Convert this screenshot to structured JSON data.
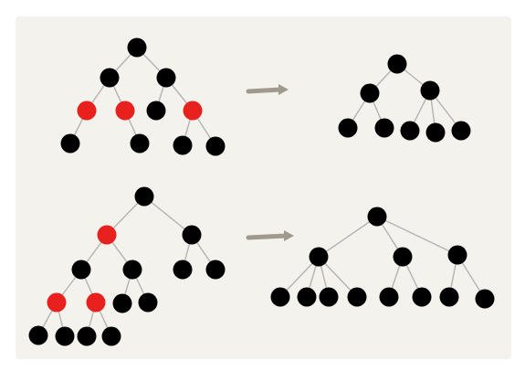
{
  "colors": {
    "background": "#ffffff",
    "panel": "#f4f2ed",
    "black_node": "#000000",
    "red_node": "#e8201e",
    "edge": "#b3b3b3",
    "arrow": "#a09a8e"
  },
  "diagrams": [
    {
      "name": "example-1",
      "left_tree": {
        "nodes": [
          {
            "id": "a",
            "color": "black"
          },
          {
            "id": "b",
            "color": "black",
            "parent": "a"
          },
          {
            "id": "c",
            "color": "black",
            "parent": "a"
          },
          {
            "id": "d",
            "color": "red",
            "parent": "b"
          },
          {
            "id": "e",
            "color": "red",
            "parent": "b"
          },
          {
            "id": "f",
            "color": "black",
            "parent": "c"
          },
          {
            "id": "g",
            "color": "red",
            "parent": "c"
          },
          {
            "id": "h",
            "color": "black",
            "parent": "d"
          },
          {
            "id": "i",
            "color": "black",
            "parent": "e"
          },
          {
            "id": "j",
            "color": "black",
            "parent": "g"
          },
          {
            "id": "k",
            "color": "black",
            "parent": "g"
          }
        ]
      },
      "right_tree": {
        "nodes": [
          {
            "id": "a",
            "color": "black"
          },
          {
            "id": "b",
            "color": "black",
            "parent": "a"
          },
          {
            "id": "c",
            "color": "black",
            "parent": "a"
          },
          {
            "id": "d",
            "color": "black",
            "parent": "b"
          },
          {
            "id": "e",
            "color": "black",
            "parent": "b"
          },
          {
            "id": "f",
            "color": "black",
            "parent": "c"
          },
          {
            "id": "g",
            "color": "black",
            "parent": "c"
          },
          {
            "id": "h",
            "color": "black",
            "parent": "c"
          }
        ]
      }
    },
    {
      "name": "example-2",
      "left_tree": {
        "nodes": [
          {
            "id": "a",
            "color": "black"
          },
          {
            "id": "b",
            "color": "red",
            "parent": "a"
          },
          {
            "id": "c",
            "color": "black",
            "parent": "a"
          },
          {
            "id": "d",
            "color": "black",
            "parent": "b"
          },
          {
            "id": "e",
            "color": "black",
            "parent": "b"
          },
          {
            "id": "f",
            "color": "black",
            "parent": "c"
          },
          {
            "id": "g",
            "color": "black",
            "parent": "c"
          },
          {
            "id": "h",
            "color": "red",
            "parent": "d"
          },
          {
            "id": "i",
            "color": "red",
            "parent": "d"
          },
          {
            "id": "j",
            "color": "black",
            "parent": "e"
          },
          {
            "id": "k",
            "color": "black",
            "parent": "e"
          },
          {
            "id": "l",
            "color": "black",
            "parent": "h"
          },
          {
            "id": "m",
            "color": "black",
            "parent": "h"
          },
          {
            "id": "n",
            "color": "black",
            "parent": "i"
          },
          {
            "id": "o",
            "color": "black",
            "parent": "i"
          }
        ]
      },
      "right_tree": {
        "nodes": [
          {
            "id": "a",
            "color": "black"
          },
          {
            "id": "b",
            "color": "black",
            "parent": "a"
          },
          {
            "id": "c",
            "color": "black",
            "parent": "a"
          },
          {
            "id": "d",
            "color": "black",
            "parent": "a"
          },
          {
            "id": "e",
            "color": "black",
            "parent": "b"
          },
          {
            "id": "f",
            "color": "black",
            "parent": "b"
          },
          {
            "id": "g",
            "color": "black",
            "parent": "b"
          },
          {
            "id": "h",
            "color": "black",
            "parent": "b"
          },
          {
            "id": "i",
            "color": "black",
            "parent": "c"
          },
          {
            "id": "j",
            "color": "black",
            "parent": "c"
          },
          {
            "id": "k",
            "color": "black",
            "parent": "d"
          },
          {
            "id": "l",
            "color": "black",
            "parent": "d"
          }
        ]
      }
    }
  ]
}
